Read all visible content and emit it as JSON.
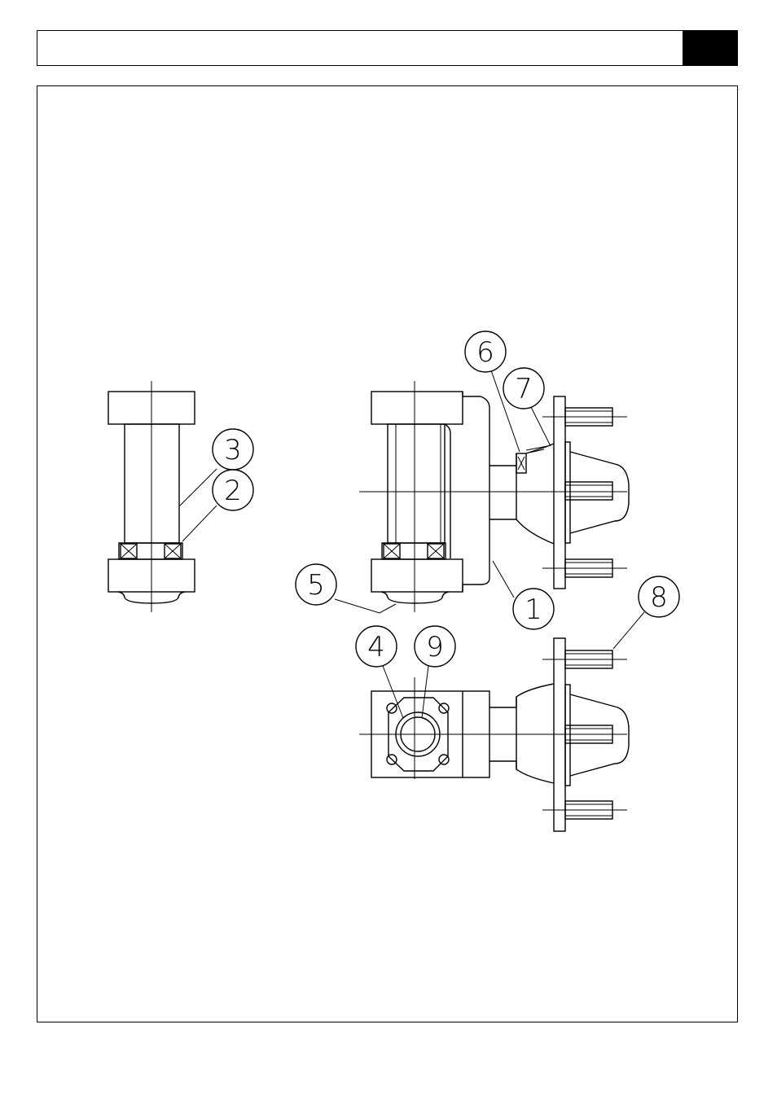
{
  "header": {
    "title": "",
    "page_tab": ""
  },
  "callouts": {
    "c1": "1",
    "c2": "2",
    "c3": "3",
    "c4": "4",
    "c5": "5",
    "c6": "6",
    "c7": "7",
    "c8": "8",
    "c9": "9"
  }
}
